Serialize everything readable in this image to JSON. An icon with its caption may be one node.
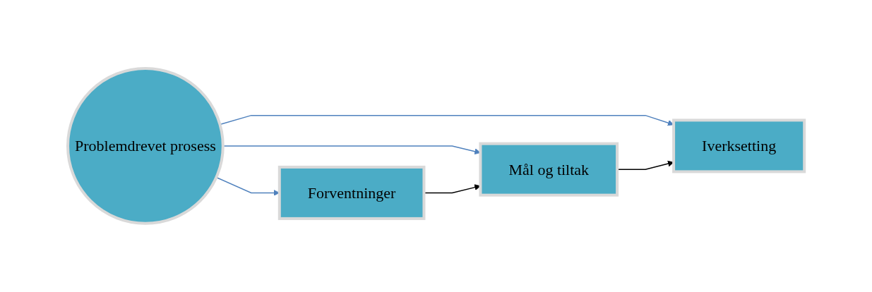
{
  "diagram": {
    "nodes": [
      {
        "text": [
          "Problemdrevet prosess"
        ]
      },
      {
        "text": [
          "Forventninger"
        ]
      },
      {
        "text": [
          "Mål og tiltak"
        ]
      },
      {
        "text": [
          "Iverksetting"
        ]
      }
    ],
    "edges": [
      {
        "from": 0,
        "to": 1,
        "arrow": "to"
      },
      {
        "from": 0,
        "to": 2,
        "arrow": "to"
      },
      {
        "from": 0,
        "to": 3,
        "arrow": "to"
      },
      {
        "from": 1,
        "to": 2,
        "arrow": "to",
        "color": "#000000"
      },
      {
        "from": 2,
        "to": 3,
        "arrow": "to",
        "color": "#000000"
      }
    ]
  }
}
